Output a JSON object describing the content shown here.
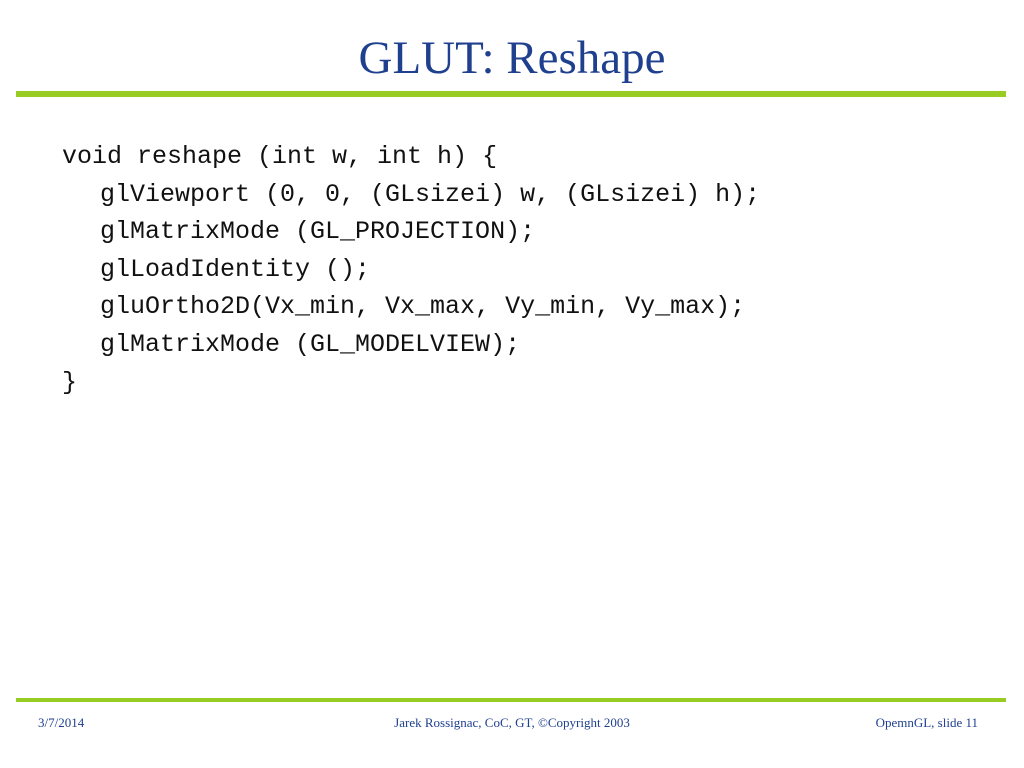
{
  "slide": {
    "title": "GLUT: Reshape",
    "code_lines": [
      "void reshape (int w, int h) {",
      "glViewport (0, 0, (GLsizei) w, (GLsizei) h);",
      "glMatrixMode (GL_PROJECTION);",
      "glLoadIdentity ();",
      "gluOrtho2D(Vx_min, Vx_max, Vy_min, Vy_max);",
      "glMatrixMode (GL_MODELVIEW);",
      "}"
    ],
    "footer": {
      "date": "3/7/2014",
      "author": "Jarek Rossignac, CoC, GT, ©Copyright 2003",
      "slide_label": "OpemnGL, slide 11"
    },
    "colors": {
      "title": "#1f3f8f",
      "rule": "#99cc22",
      "code": "#111111"
    }
  }
}
